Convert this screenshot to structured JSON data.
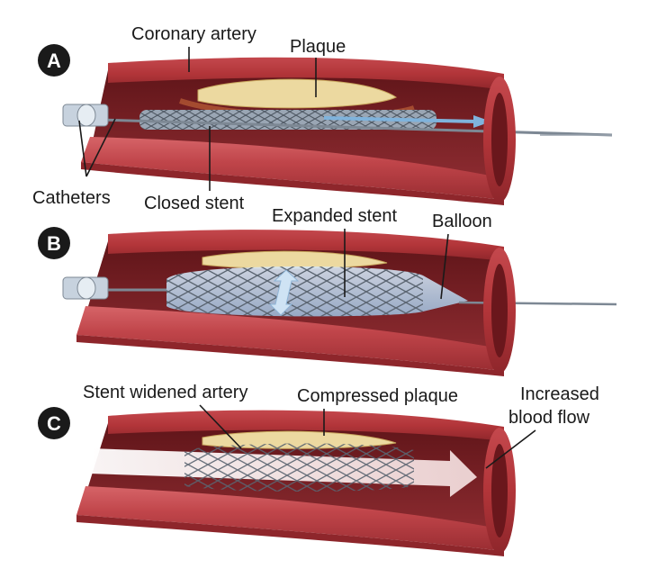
{
  "panels": [
    {
      "badge": "A",
      "labels": {
        "coronary_artery": "Coronary artery",
        "plaque": "Plaque",
        "catheters": "Catheters",
        "closed_stent": "Closed stent"
      }
    },
    {
      "badge": "B",
      "labels": {
        "expanded_stent": "Expanded stent",
        "balloon": "Balloon"
      }
    },
    {
      "badge": "C",
      "labels": {
        "stent_widened_artery": "Stent widened artery",
        "compressed_plaque": "Compressed plaque",
        "increased_blood_flow_line1": "Increased",
        "increased_blood_flow_line2": "blood flow"
      }
    }
  ],
  "colors": {
    "artery_outer": "#b73a3f",
    "artery_inner": "#7e1f24",
    "artery_light": "#d98084",
    "plaque": "#ecd9a0",
    "stent": "#6b7785",
    "balloon": "#b8cfe6",
    "flow_arrow": "#f3e2e2",
    "badge": "#1a1a1a"
  }
}
